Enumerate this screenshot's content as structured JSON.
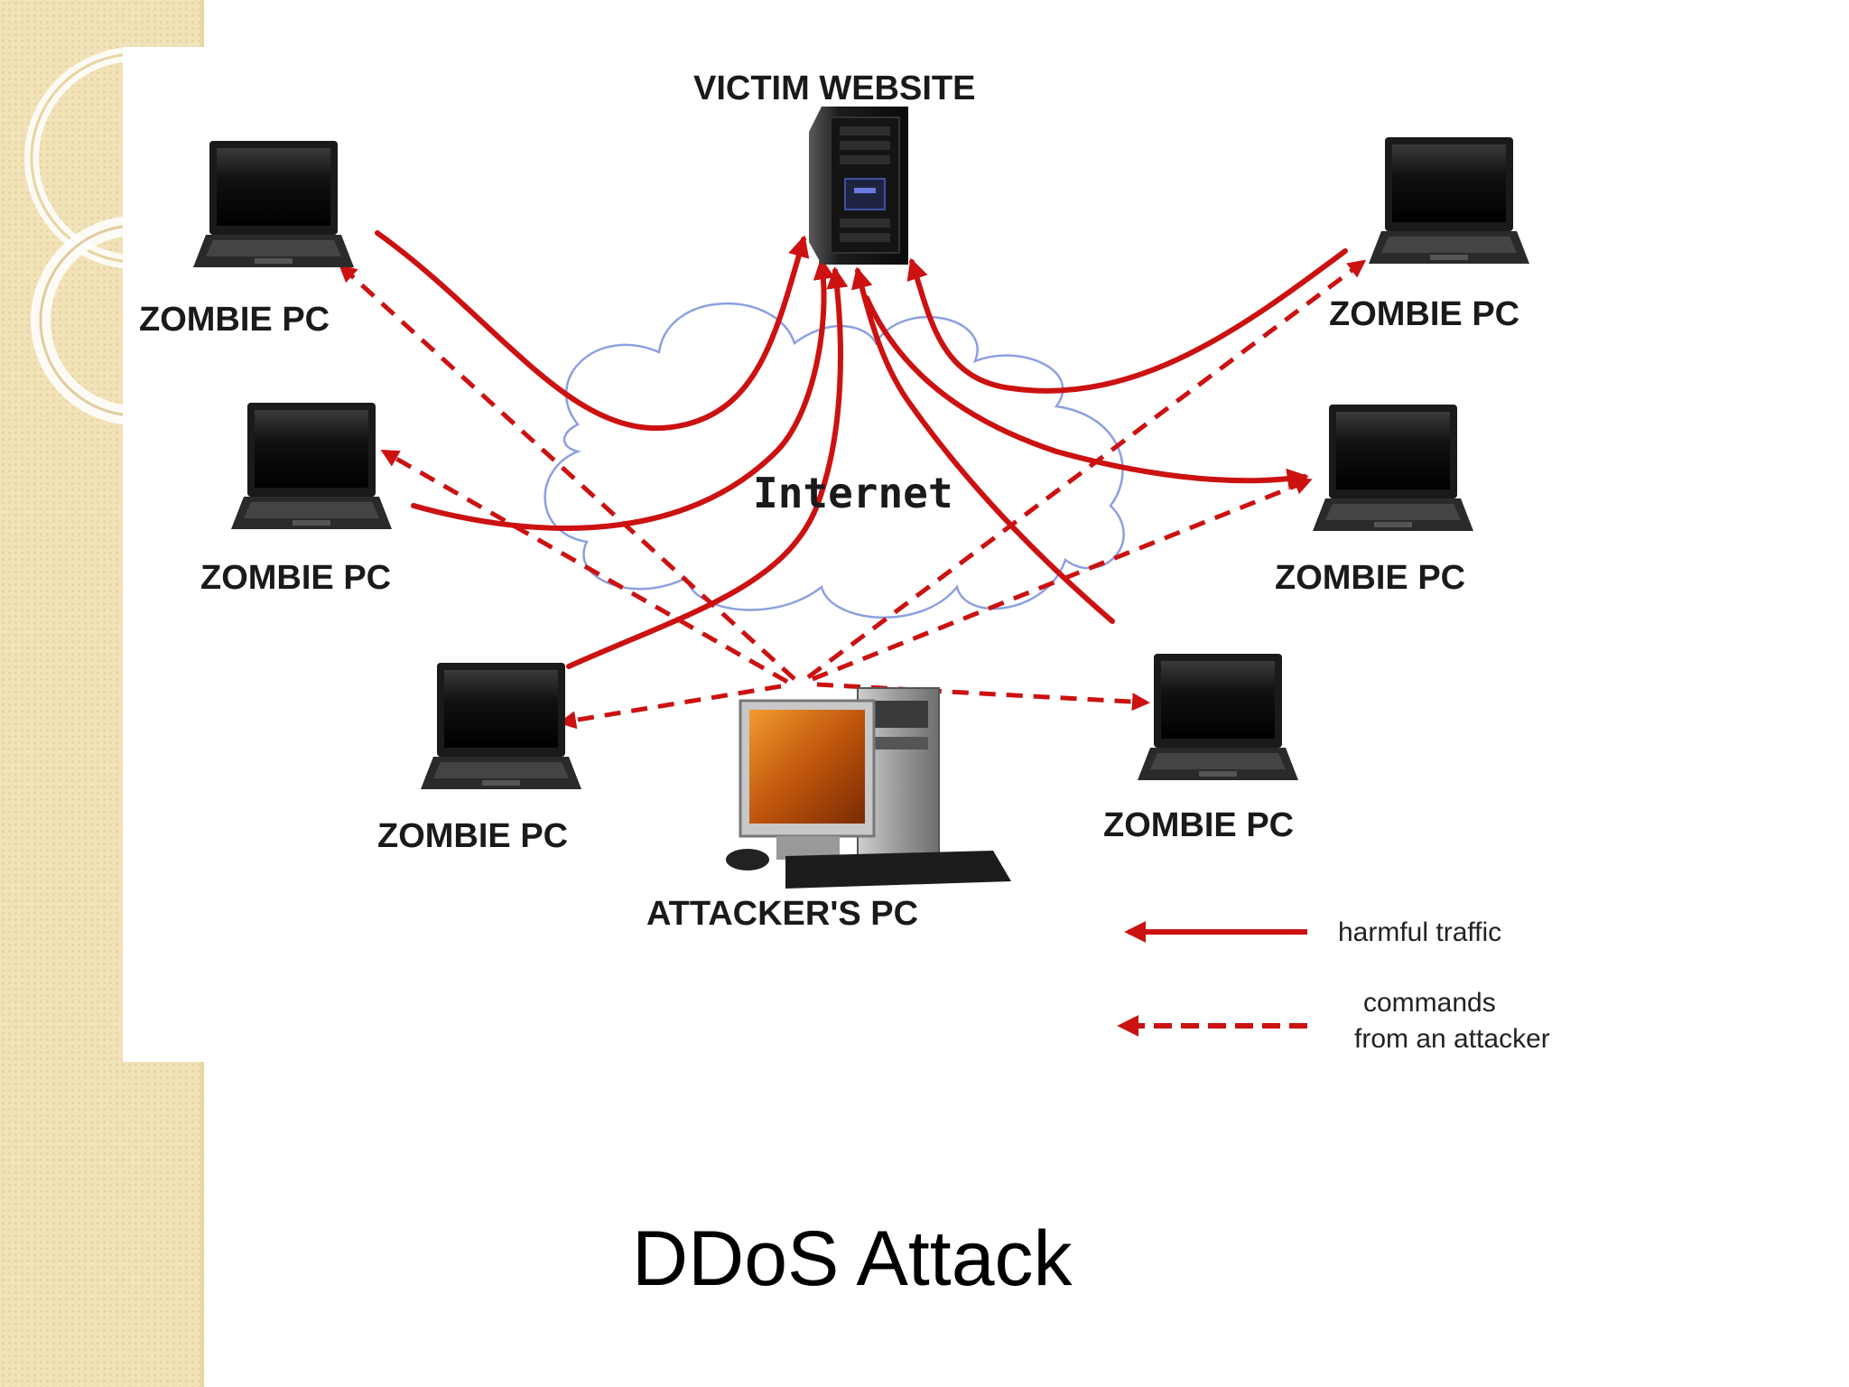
{
  "slide": {
    "title": "DDoS Attack"
  },
  "diagram": {
    "victim_label": "VICTIM WEBSITE",
    "attacker_label": "ATTACKER'S PC",
    "cloud_label": "Internet",
    "zombie_labels": [
      "ZOMBIE PC",
      "ZOMBIE PC",
      "ZOMBIE PC",
      "ZOMBIE PC",
      "ZOMBIE PC",
      "ZOMBIE PC"
    ]
  },
  "legend": {
    "harmful_traffic": "harmful traffic",
    "commands_line1": "commands",
    "commands_line2": "from an attacker"
  },
  "colors": {
    "traffic_red": "#cc1111",
    "cloud_outline": "#8da0e0",
    "sidebar_beige": "#f2e2b8"
  },
  "icons": {
    "victim": "server-tower-icon",
    "attacker": "desktop-computer-icon",
    "zombie": "laptop-icon"
  }
}
